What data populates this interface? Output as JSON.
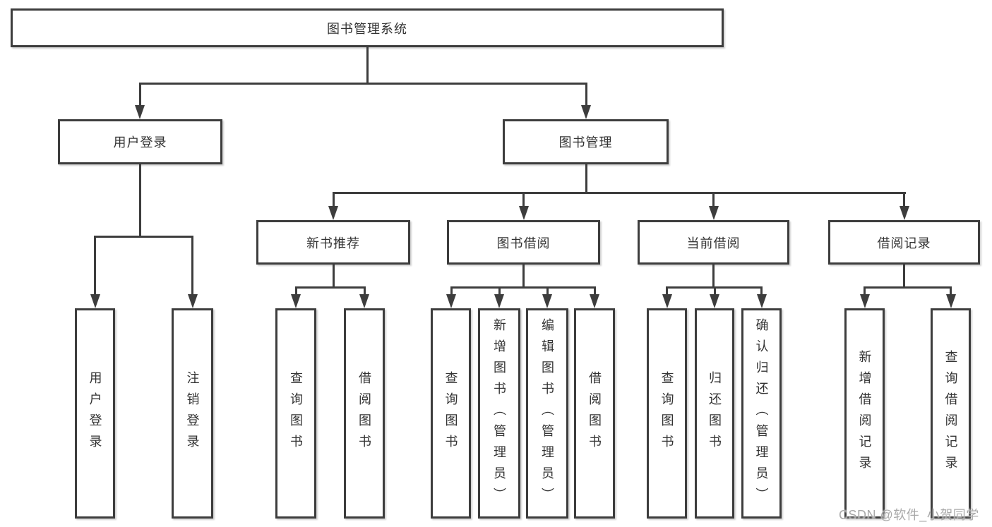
{
  "diagram": {
    "root": {
      "label": "图书管理系统"
    },
    "level2": [
      {
        "label": "用户登录",
        "parent": "图书管理系统"
      },
      {
        "label": "图书管理",
        "parent": "图书管理系统"
      }
    ],
    "level3": [
      {
        "label": "新书推荐",
        "parent": "图书管理"
      },
      {
        "label": "图书借阅",
        "parent": "图书管理"
      },
      {
        "label": "当前借阅",
        "parent": "图书管理"
      },
      {
        "label": "借阅记录",
        "parent": "图书管理"
      }
    ],
    "leaves": [
      {
        "label": "用户登录",
        "parent": "用户登录"
      },
      {
        "label": "注销登录",
        "parent": "用户登录"
      },
      {
        "label": "查询图书",
        "parent": "新书推荐"
      },
      {
        "label": "借阅图书",
        "parent": "新书推荐"
      },
      {
        "label": "查询图书",
        "parent": "图书借阅"
      },
      {
        "label": "新增图书（管理员）",
        "parent": "图书借阅"
      },
      {
        "label": "编辑图书（管理员）",
        "parent": "图书借阅"
      },
      {
        "label": "借阅图书",
        "parent": "图书借阅"
      },
      {
        "label": "查询图书",
        "parent": "当前借阅"
      },
      {
        "label": "归还图书",
        "parent": "当前借阅"
      },
      {
        "label": "确认归还（管理员）",
        "parent": "当前借阅"
      },
      {
        "label": "新增借阅记录",
        "parent": "借阅记录"
      },
      {
        "label": "查询借阅记录",
        "parent": "借阅记录"
      }
    ]
  },
  "watermark": {
    "text": "CSDN @软件_小贺同学"
  },
  "colors": {
    "line": "#3d3d3d",
    "box_border": "#3d3d3d",
    "box_fill": "#ffffff",
    "background": "#ffffff",
    "text": "#333333",
    "watermark_text": "#a9a9a9"
  }
}
